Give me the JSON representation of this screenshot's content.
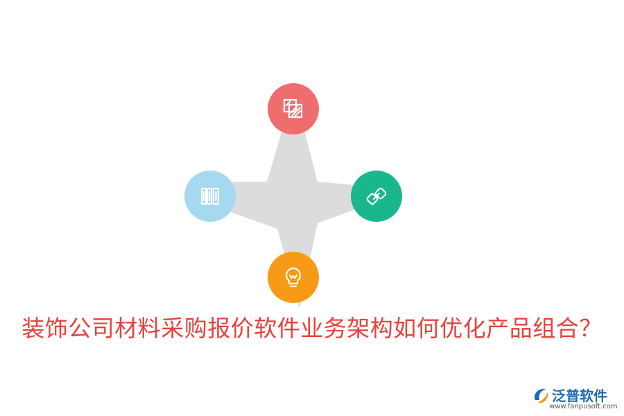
{
  "title": "装饰公司材料采购报价软件业务架构如何优化产品组合？",
  "colors": {
    "title": "#e8413b",
    "star": "#dcdcdc",
    "top_node": "#ee6e6e",
    "right_node": "#1bb78c",
    "bottom_node": "#f79a17",
    "left_node": "#a6d8f0"
  },
  "nodes": [
    {
      "position": "top",
      "icon": "layers-icon"
    },
    {
      "position": "right",
      "icon": "link-icon"
    },
    {
      "position": "bottom",
      "icon": "lightbulb-icon"
    },
    {
      "position": "left",
      "icon": "books-icon"
    }
  ],
  "logo": {
    "name": "泛普软件",
    "url": "www.fanpusoft.com"
  }
}
